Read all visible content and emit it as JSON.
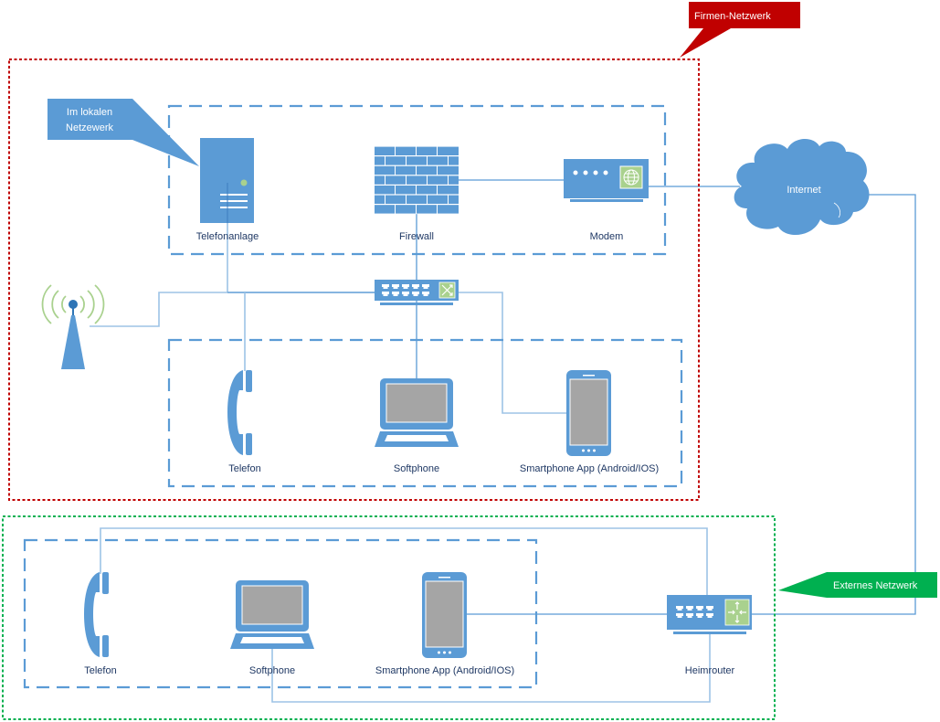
{
  "title": "Telefonanlage Netzwerkdiagramm",
  "callouts": {
    "firmen_netzwerk": "Firmen-Netzwerk",
    "lokales_netzwerk": [
      "Im lokalen",
      "Netzewerk"
    ],
    "externes_netzwerk": "Externes Netzwerk"
  },
  "colors": {
    "device_blue": "#5b9bd5",
    "firmen_red": "#c00000",
    "extern_green": "#00b050",
    "screen_gray": "#a5a5a5",
    "accent_green": "#a9d18e"
  },
  "firmen_netzwerk": {
    "top_group": {
      "devices": [
        {
          "id": "telefonanlage",
          "icon": "server-icon",
          "label": "Telefonanlage"
        },
        {
          "id": "firewall",
          "icon": "firewall-icon",
          "label": "Firewall"
        },
        {
          "id": "modem",
          "icon": "modem-icon",
          "label": "Modem"
        }
      ]
    },
    "switch": {
      "icon": "switch-icon"
    },
    "wlan": {
      "icon": "wireless-tower-icon"
    },
    "bottom_group": {
      "devices": [
        {
          "id": "telefon",
          "icon": "phone-handset-icon",
          "label": "Telefon"
        },
        {
          "id": "softphone",
          "icon": "laptop-icon",
          "label": "Softphone"
        },
        {
          "id": "smartphone",
          "icon": "smartphone-icon",
          "label": "Smartphone App (Android/IOS)"
        }
      ]
    }
  },
  "internet": {
    "icon": "cloud-icon",
    "label": "Internet"
  },
  "externes_netzwerk": {
    "group": {
      "devices": [
        {
          "id": "telefon",
          "icon": "phone-handset-icon",
          "label": "Telefon"
        },
        {
          "id": "softphone",
          "icon": "laptop-icon",
          "label": "Softphone"
        },
        {
          "id": "smartphone",
          "icon": "smartphone-icon",
          "label": "Smartphone App (Android/IOS)"
        }
      ]
    },
    "router": {
      "icon": "router-icon",
      "label": "Heimrouter"
    }
  }
}
